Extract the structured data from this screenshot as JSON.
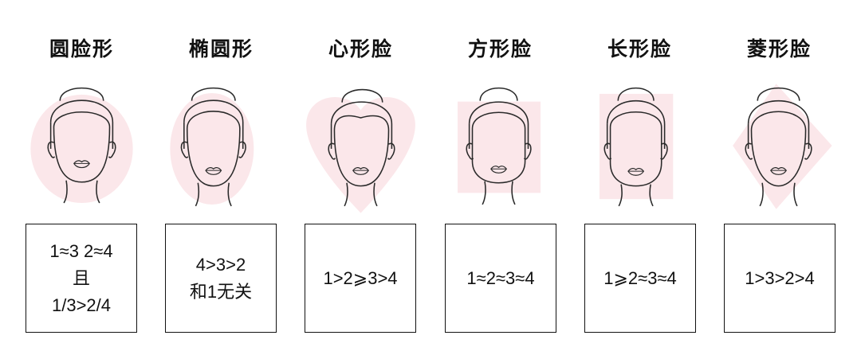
{
  "accent_color": "#fbe7ea",
  "line_color": "#2a2a2a",
  "face_types": [
    {
      "title": "圆脸形",
      "shape": "circle",
      "formula_lines": [
        "1≈3 2≈4",
        "且",
        "1/3>2/4"
      ]
    },
    {
      "title": "椭圆形",
      "shape": "ellipse",
      "formula_lines": [
        "4>3>2",
        "和1无关"
      ]
    },
    {
      "title": "心形脸",
      "shape": "heart",
      "formula_lines": [
        "1>2⩾3>4"
      ]
    },
    {
      "title": "方形脸",
      "shape": "square",
      "formula_lines": [
        "1≈2≈3≈4"
      ]
    },
    {
      "title": "长形脸",
      "shape": "rectangle",
      "formula_lines": [
        "1⩾2≈3≈4"
      ]
    },
    {
      "title": "菱形脸",
      "shape": "diamond",
      "formula_lines": [
        "1>3>2>4"
      ]
    }
  ]
}
